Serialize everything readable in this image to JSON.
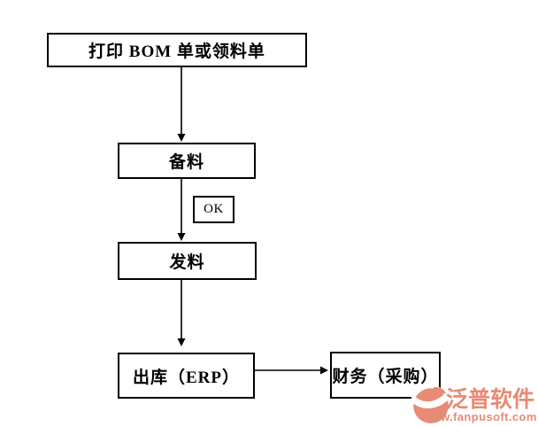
{
  "page": {
    "background_color": "#ffffff",
    "line_color": "#000000"
  },
  "flowchart": {
    "nodes": [
      {
        "id": "print-bom",
        "label": "打印 BOM 单或领料单"
      },
      {
        "id": "prepare",
        "label": "备料"
      },
      {
        "id": "ok",
        "label": "OK"
      },
      {
        "id": "issue",
        "label": "发料"
      },
      {
        "id": "outbound",
        "label": "出库（ERP）"
      },
      {
        "id": "finance",
        "label": "财务（采购）"
      }
    ],
    "edges": [
      {
        "from": "print-bom",
        "to": "prepare",
        "direction": "down"
      },
      {
        "from": "prepare",
        "to": "issue",
        "direction": "down",
        "note": "OK"
      },
      {
        "from": "issue",
        "to": "outbound",
        "direction": "down"
      },
      {
        "from": "outbound",
        "to": "finance",
        "direction": "right"
      }
    ]
  },
  "watermark": {
    "brand": "泛普软件",
    "url": "www.fanpusoft.com",
    "color": "#e78b76"
  }
}
